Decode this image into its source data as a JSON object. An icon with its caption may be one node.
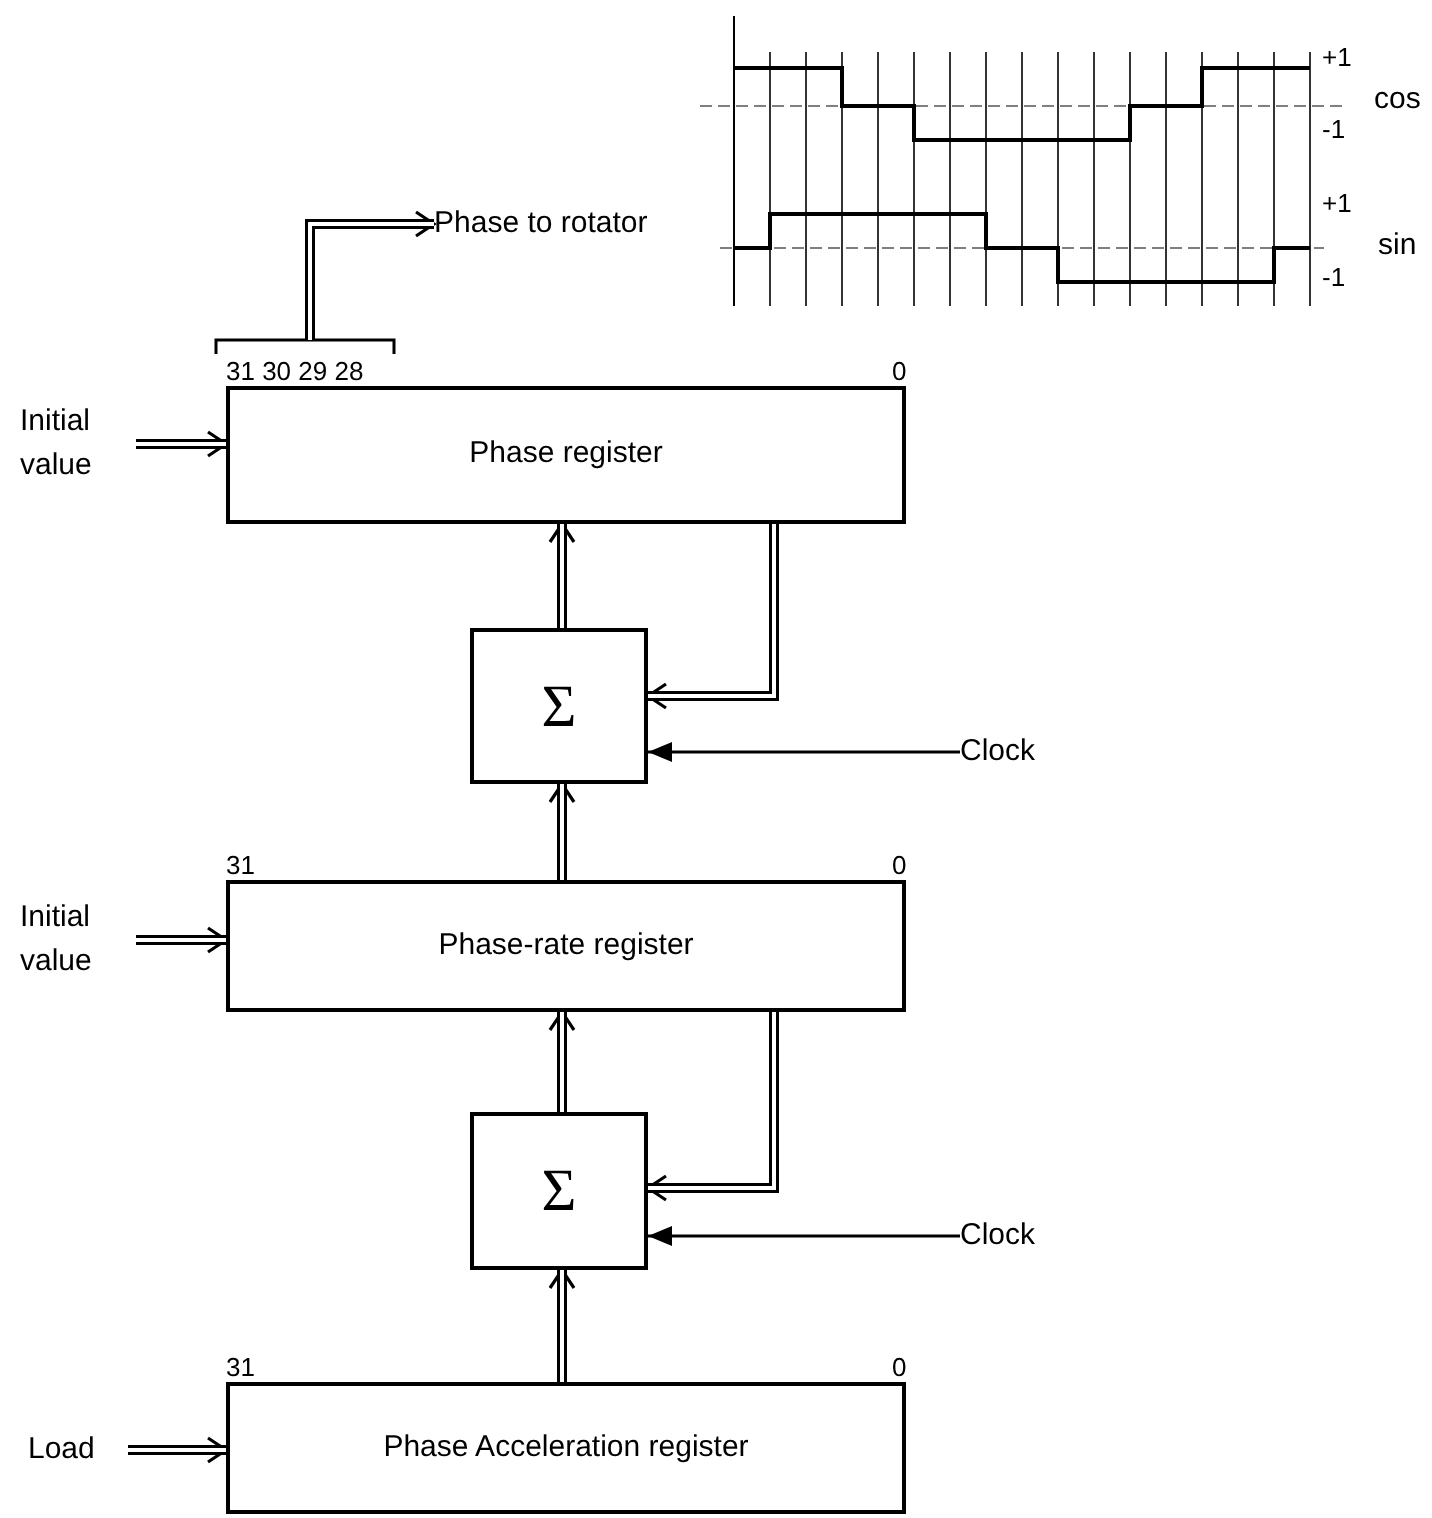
{
  "diagram": {
    "nodes": [
      {
        "text": [
          "Initial value"
        ]
      },
      {
        "text": [
          "Phase to rotator"
        ]
      },
      {
        "text": [
          "Phase register"
        ],
        "beside": [
          "31 30 29 28",
          "0"
        ]
      },
      {
        "text": [
          "Σ"
        ]
      },
      {
        "text": [
          "Clock"
        ]
      },
      {
        "text": [
          "Initial value"
        ]
      },
      {
        "text": [
          "Phase-rate register"
        ],
        "beside": [
          "31",
          "0"
        ]
      },
      {
        "text": [
          "Σ"
        ]
      },
      {
        "text": [
          "Clock"
        ]
      },
      {
        "text": [
          "Load"
        ]
      },
      {
        "text": [
          "Phase Acceleration register"
        ],
        "beside": [
          "31",
          "0"
        ]
      }
    ],
    "edges": [
      {
        "from": 0,
        "to": 2,
        "arrow": "to"
      },
      {
        "from": 2,
        "to": 1,
        "arrow": "to"
      },
      {
        "from": 3,
        "to": 2,
        "arrow": "to"
      },
      {
        "from": 2,
        "to": 3,
        "arrow": "to"
      },
      {
        "from": 4,
        "to": 3,
        "arrow": "to"
      },
      {
        "from": 6,
        "to": 3,
        "arrow": "to"
      },
      {
        "from": 5,
        "to": 6,
        "arrow": "to"
      },
      {
        "from": 7,
        "to": 6,
        "arrow": "to"
      },
      {
        "from": 6,
        "to": 7,
        "arrow": "to"
      },
      {
        "from": 8,
        "to": 7,
        "arrow": "to"
      },
      {
        "from": 10,
        "to": 7,
        "arrow": "to"
      },
      {
        "from": 9,
        "to": 10,
        "arrow": "to"
      }
    ],
    "labels": [
      "+1",
      "cos",
      "-1",
      "+1",
      "sin",
      "-1"
    ]
  }
}
